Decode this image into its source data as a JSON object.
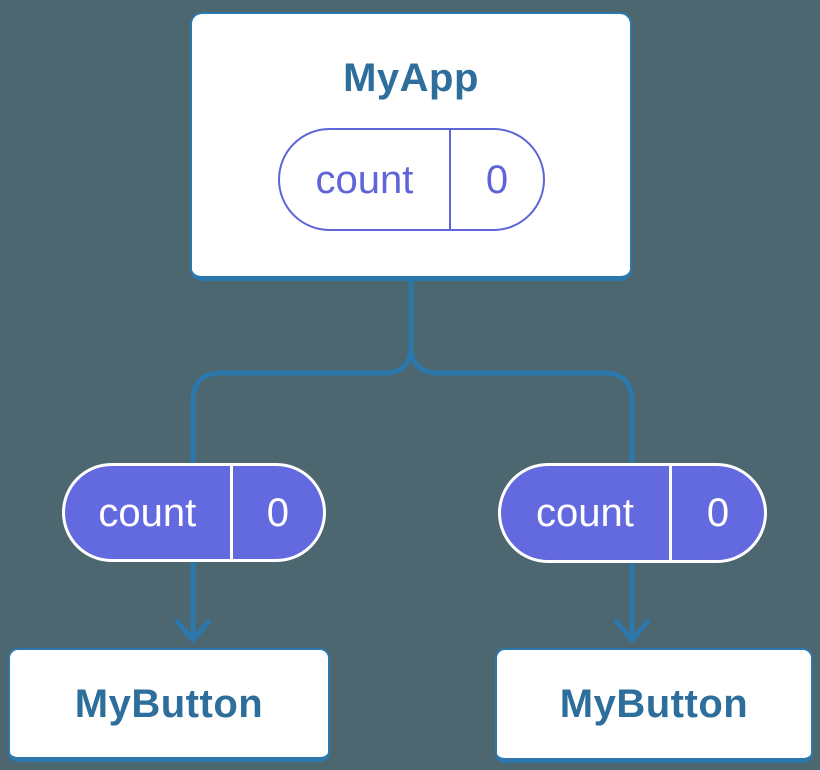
{
  "colors": {
    "background": "#4D6771",
    "line": "#2C78AD",
    "node_border": "#2C78AD",
    "node_text": "#2E6E9C",
    "node_fill": "#FFFFFF",
    "pill_fill": "#636ADF",
    "pill_outline": "#5F65D8",
    "pill_text_on_fill": "#FFFFFF"
  },
  "tree": {
    "root": {
      "title": "MyApp",
      "state": {
        "name": "count",
        "value": "0"
      }
    },
    "children": [
      {
        "title": "MyButton",
        "prop": {
          "name": "count",
          "value": "0"
        }
      },
      {
        "title": "MyButton",
        "prop": {
          "name": "count",
          "value": "0"
        }
      }
    ]
  }
}
